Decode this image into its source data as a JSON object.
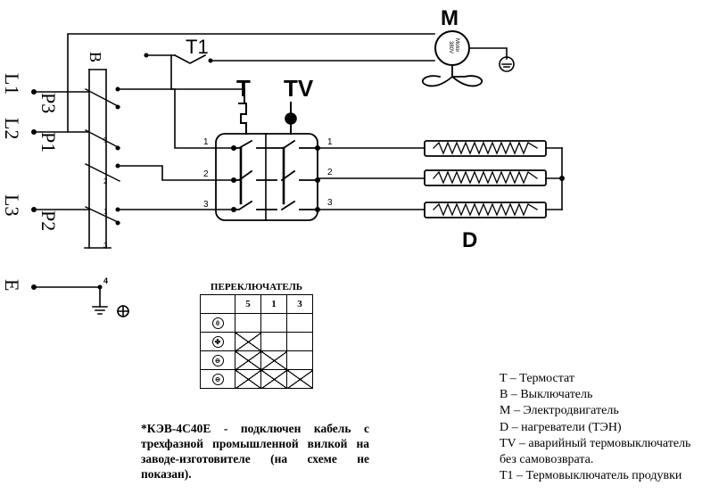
{
  "labels": {
    "motor": "M",
    "motor_text_1": "Motor",
    "motor_text_2": "380V",
    "thermal_fuse": "T1",
    "thermostat": "T",
    "emergency_switch": "TV",
    "heaters": "D",
    "switch": "B",
    "phase_l1": "L1",
    "phase_l2": "L2",
    "phase_l3": "L3",
    "contact_p3": "P3",
    "contact_p1": "P1",
    "contact_p2": "P2",
    "earth": "E",
    "node_4": "4",
    "switch_pos_5": "5",
    "switch_pos_2": "2",
    "switch_pos_1": "1",
    "switch_pos_3": "3",
    "terminal_1_left": "1",
    "terminal_2_left": "2",
    "terminal_3_left": "3",
    "terminal_1_right": "1",
    "terminal_2_right": "2",
    "terminal_3_right": "3"
  },
  "switch_table": {
    "title": "ПЕРЕКЛЮЧАТЕЛЬ",
    "columns": [
      "5",
      "1",
      "3"
    ],
    "rows": [
      {
        "icon": "off-icon",
        "glyph": "0",
        "marks": [
          false,
          false,
          false
        ]
      },
      {
        "icon": "fan-icon",
        "glyph": "✤",
        "marks": [
          true,
          false,
          false
        ]
      },
      {
        "icon": "half-heat-icon",
        "glyph": "⊖",
        "marks": [
          true,
          true,
          false
        ]
      },
      {
        "icon": "full-heat-icon",
        "glyph": "⊖",
        "marks": [
          true,
          true,
          true
        ]
      }
    ]
  },
  "footnote": "*КЭВ-4С40Е - подключен кабель с трехфазной промышленной вилкой на заводе-изготовителе (на схеме не показан).",
  "legend": [
    "T – Термостат",
    "B – Выключатель",
    "M – Электродвигатель",
    "D – нагреватели (ТЭН)",
    "TV – аварийный термовыключатель",
    "без самовозврата.",
    "T1 – Термовыключатель продувки"
  ]
}
